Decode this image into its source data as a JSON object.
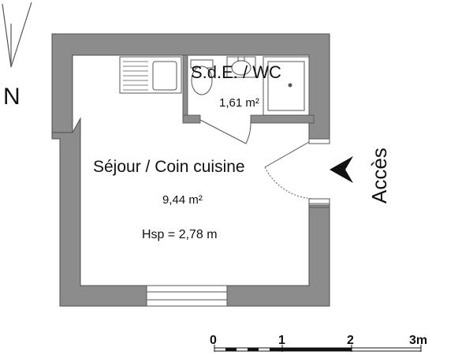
{
  "rooms": {
    "bathroom": {
      "name": "S.d.E. / WC",
      "area": "1,61 m²"
    },
    "living": {
      "name": "Séjour / Coin cuisine",
      "area": "9,44 m²",
      "height": "Hsp = 2,78 m"
    }
  },
  "compass": {
    "label": "N"
  },
  "access": {
    "label": "Accès"
  },
  "scale_bar": {
    "ticks": [
      "0",
      "1",
      "2",
      "3m"
    ]
  },
  "colors": {
    "wall": "#8c8c8c",
    "wall_outline": "#4d4d4d",
    "line": "#333333"
  }
}
